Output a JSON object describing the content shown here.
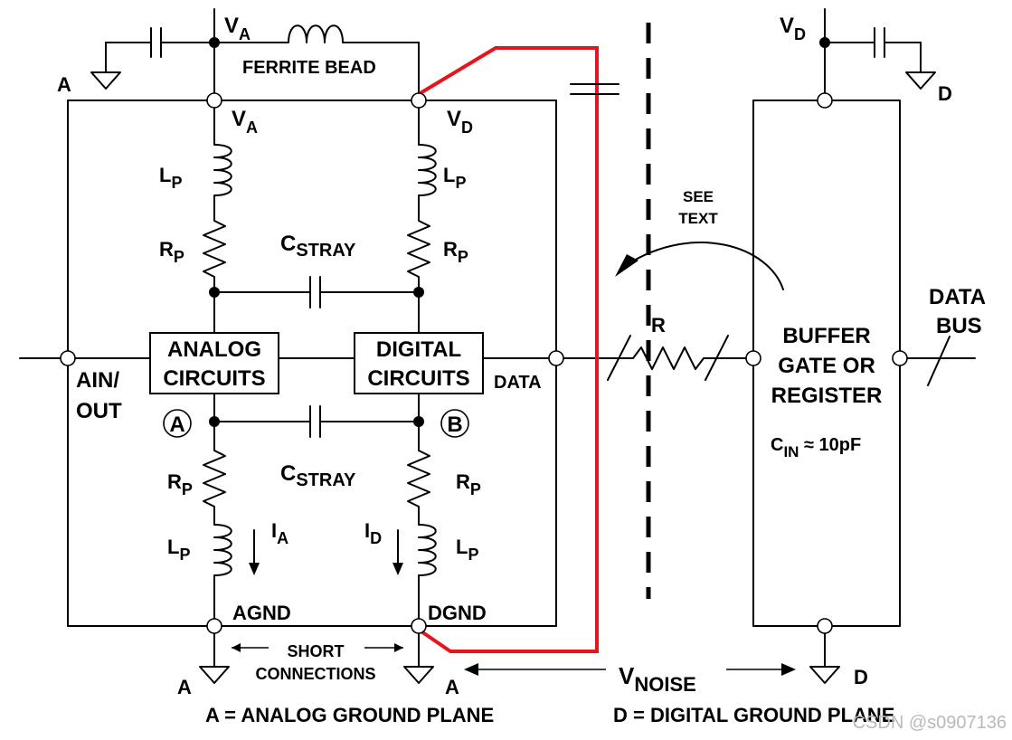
{
  "labels": {
    "va_top": "V",
    "va_top_sub": "A",
    "ferrite_bead": "FERRITE BEAD",
    "ground_a_topleft": "A",
    "va_inner": "V",
    "va_inner_sub": "A",
    "vd_inner": "V",
    "vd_inner_sub": "D",
    "lp": "L",
    "lp_sub": "P",
    "rp": "R",
    "rp_sub": "P",
    "cstray": "C",
    "cstray_sub": "STRAY",
    "analog_circuits_l1": "ANALOG",
    "analog_circuits_l2": "CIRCUITS",
    "digital_circuits_l1": "DIGITAL",
    "digital_circuits_l2": "CIRCUITS",
    "ain_out_l1": "AIN/",
    "ain_out_l2": "OUT",
    "data": "DATA",
    "node_a": "A",
    "node_b": "B",
    "ia": "I",
    "ia_sub": "A",
    "id": "I",
    "id_sub": "D",
    "agnd": "AGND",
    "dgnd": "DGND",
    "short_l1": "SHORT",
    "short_l2": "CONNECTIONS",
    "ground_a_left": "A",
    "ground_a_mid": "A",
    "ground_d_bottom": "D",
    "vnoise": "V",
    "vnoise_sub": "NOISE",
    "see_text_l1": "SEE",
    "see_text_l2": "TEXT",
    "resistor_r": "R",
    "vd_top": "V",
    "vd_top_sub": "D",
    "ground_d_top": "D",
    "buffer_l1": "BUFFER",
    "buffer_l2": "GATE OR",
    "buffer_l3": "REGISTER",
    "cin": "C",
    "cin_sub": "IN",
    "cin_value": " ≈ 10pF",
    "data_bus_l1": "DATA",
    "data_bus_l2": "BUS",
    "legend_analog": "A = ANALOG GROUND PLANE",
    "legend_digital": "D = DIGITAL GROUND PLANE",
    "watermark": "CSDN @s0907136"
  },
  "colors": {
    "wire": "#000000",
    "noise_path": "#e8141b",
    "background": "#ffffff"
  }
}
